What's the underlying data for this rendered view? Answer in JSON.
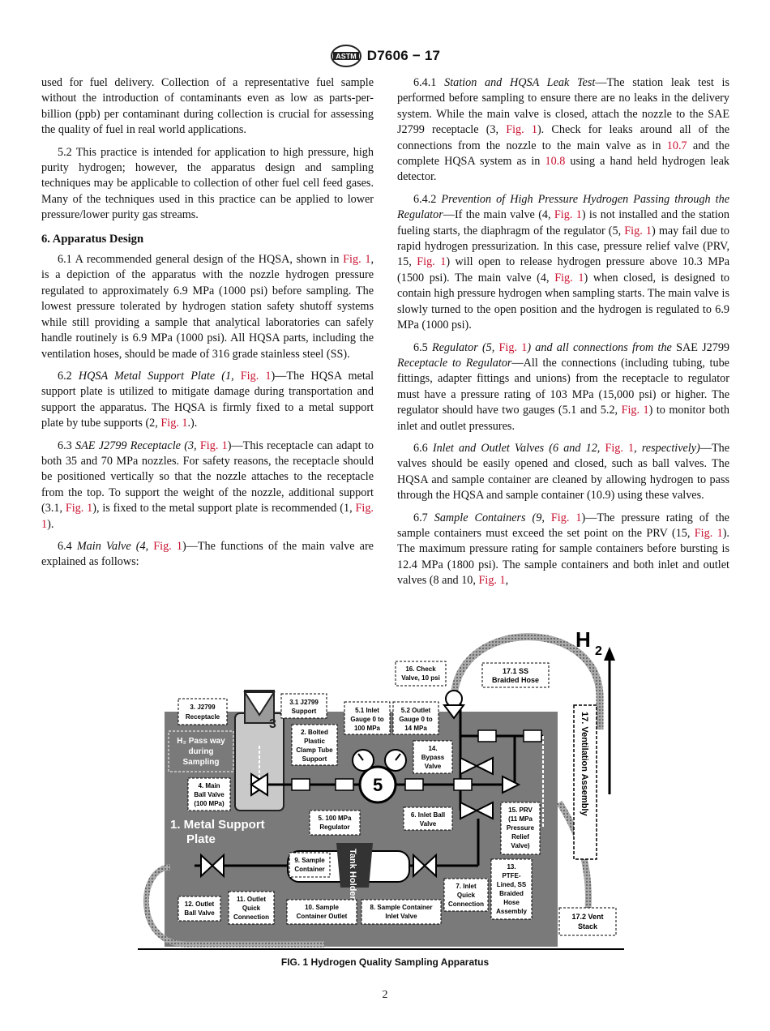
{
  "header": {
    "doc_id": "D7606 − 17",
    "logo_text": "ASTM"
  },
  "left": {
    "p1": "used for fuel delivery. Collection of a representative fuel sample without the introduction of contaminants even as low as parts-per-billion (ppb) per contaminant during collection is crucial for assessing the quality of fuel in real world applications.",
    "p52": "5.2 This practice is intended for application to high pressure, high purity hydrogen; however, the apparatus design and sampling techniques may be applicable to collection of other fuel cell feed gases. Many of the techniques used in this practice can be applied to lower pressure/lower purity gas streams.",
    "h6": "6. Apparatus Design",
    "p61_a": "6.1 A recommended general design of the HQSA, shown in ",
    "p61_link": "Fig. 1",
    "p61_b": ", is a depiction of the apparatus with the nozzle hydrogen pressure regulated to approximately 6.9 MPa (1000 psi) before sampling. The lowest pressure tolerated by hydrogen station safety shutoff systems while still providing a sample that analytical laboratories can safely handle routinely is 6.9 MPa (1000 psi). All HQSA parts, including the ventilation hoses, should be made of 316 grade stainless steel (SS).",
    "p62_a": "6.2 ",
    "p62_title": "HQSA Metal Support Plate (1, ",
    "p62_link1": "Fig. 1",
    "p62_b": ")—The HQSA metal support plate is utilized to mitigate damage during transportation and support the apparatus. The HQSA is firmly fixed to a metal support plate by tube supports (2, ",
    "p62_link2": "Fig. 1",
    "p62_c": ".).",
    "p63_a": "6.3 ",
    "p63_title": "SAE J2799 Receptacle (3, ",
    "p63_link1": "Fig. 1",
    "p63_b": ")—This receptacle can adapt to both 35 and 70 MPa nozzles. For safety reasons, the receptacle should be positioned vertically so that the nozzle attaches to the receptacle from the top. To support the weight of the nozzle, additional support (3.1, ",
    "p63_link2": "Fig. 1",
    "p63_c": "), is fixed to the metal support plate is recommended (1, ",
    "p63_link3": "Fig. 1",
    "p63_d": ").",
    "p64_a": "6.4 ",
    "p64_title": "Main Valve (4, ",
    "p64_link": "Fig. 1",
    "p64_b": ")—The functions of the main valve are explained as follows:"
  },
  "right": {
    "p641_a": "6.4.1 ",
    "p641_title": "Station and HQSA Leak Test",
    "p641_b": "—The station leak test is performed before sampling to ensure there are no leaks in the delivery system. While the main valve is closed, attach the nozzle to the SAE J2799 receptacle (3, ",
    "p641_link1": "Fig. 1",
    "p641_c": "). Check for leaks around all of the connections from the nozzle to the main valve as in ",
    "p641_link2": "10.7",
    "p641_d": " and the complete HQSA system as in ",
    "p641_link3": "10.8",
    "p641_e": " using a hand held hydrogen leak detector.",
    "p642_a": "6.4.2 ",
    "p642_title": "Prevention of High Pressure Hydrogen Passing through the Regulator",
    "p642_b": "—If the main valve (4, ",
    "p642_link1": "Fig. 1",
    "p642_c": ") is not installed and the station fueling starts, the diaphragm of the regulator (5, ",
    "p642_link2": "Fig. 1",
    "p642_d": ") may fail due to rapid hydrogen pressurization. In this case, pressure relief valve (PRV, 15, ",
    "p642_link3": "Fig. 1",
    "p642_e": ") will open to release hydrogen pressure above 10.3 MPa (1500 psi). The main valve (4, ",
    "p642_link4": "Fig. 1",
    "p642_f": ") when closed, is designed to contain high pressure hydrogen when sampling starts. The main valve is slowly turned to the open position and the hydrogen is regulated to 6.9 MPa (1000 psi).",
    "p65_a": "6.5 ",
    "p65_title1": "Regulator (5, ",
    "p65_link1": "Fig. 1",
    "p65_title2": ") and all connections from the ",
    "p65_plain": "SAE J2799 ",
    "p65_title3": "Receptacle to Regulator",
    "p65_b": "—All the connections (including tubing, tube fittings, adapter fittings and unions) from the receptacle to regulator must have a pressure rating of 103 MPa (15,000 psi) or higher. The regulator should have two gauges (5.1 and 5.2, ",
    "p65_link2": "Fig. 1",
    "p65_c": ") to monitor both inlet and outlet pressures.",
    "p66_a": "6.6 ",
    "p66_title": "Inlet and Outlet Valves (6 and 12, ",
    "p66_link": "Fig. 1",
    "p66_title2": ", respectively)",
    "p66_b": "—The valves should be easily opened and closed, such as ball valves. The HQSA and sample container are cleaned by allowing hydrogen to pass through the HQSA and sample container (10.9) using these valves.",
    "p67_a": "6.7 ",
    "p67_title": "Sample Containers (9, ",
    "p67_link1": "Fig. 1",
    "p67_b": ")—The pressure rating of the sample containers must exceed the set point on the PRV (15, ",
    "p67_link2": "Fig. 1",
    "p67_c": "). The maximum pressure rating for sample containers before bursting is 12.4 MPa (1800 psi). The sample containers and both inlet and outlet valves (8 and 10, ",
    "p67_link3": "Fig. 1",
    "p67_d": ","
  },
  "figure": {
    "labels": {
      "receptacle": [
        "3. J2799",
        "Receptacle"
      ],
      "support31": [
        "3.1 J2799",
        "Support"
      ],
      "clamp": [
        "2. Bolted",
        "Plastic",
        "Clamp Tube",
        "Support"
      ],
      "gauge51": [
        "5.1 Inlet",
        "Gauge 0 to",
        "100 MPa"
      ],
      "gauge52": [
        "5.2 Outlet",
        "Gauge 0 to",
        "14 MPa"
      ],
      "check": [
        "16. Check",
        "Valve, 10 psi"
      ],
      "braided": [
        "17.1 SS",
        "Braided Hose"
      ],
      "passway": [
        "H₂ Pass way",
        "during",
        "Sampling"
      ],
      "mainvalve": [
        "4. Main",
        "Ball Valve",
        "(100 MPa)"
      ],
      "bypass": [
        "14.",
        "Bypass",
        "Valve"
      ],
      "regulator": [
        "5. 100 MPa",
        "Regulator"
      ],
      "inletball": [
        "6. Inlet Ball",
        "Valve"
      ],
      "prv": [
        "15. PRV",
        "(11 MPa",
        "Pressure",
        "Relief",
        "Valve)"
      ],
      "plate": [
        "1. Metal Support",
        "Plate"
      ],
      "container": [
        "9. Sample",
        "Container"
      ],
      "holder": "Tank Holder",
      "inletqc": [
        "7. Inlet",
        "Quick",
        "Connection"
      ],
      "ptfe": [
        "13.",
        "PTFE-",
        "Lined, SS",
        "Braided",
        "Hose",
        "Assembly"
      ],
      "outletball": [
        "12. Outlet",
        "Ball Valve"
      ],
      "outletqc": [
        "11. Outlet",
        "Quick",
        "Connection"
      ],
      "containerout": [
        "10. Sample",
        "Container Outlet"
      ],
      "containerin": [
        "8. Sample Container",
        "Inlet Valve"
      ],
      "vent": [
        "17.2 Vent",
        "Stack"
      ],
      "ventassembly": "17. Ventilation Assembly",
      "h2": "H",
      "h2sub": "2",
      "reg_num": "5",
      "tube_num": "3"
    }
  },
  "caption": "FIG. 1 Hydrogen Quality Sampling Apparatus",
  "page_number": "2"
}
